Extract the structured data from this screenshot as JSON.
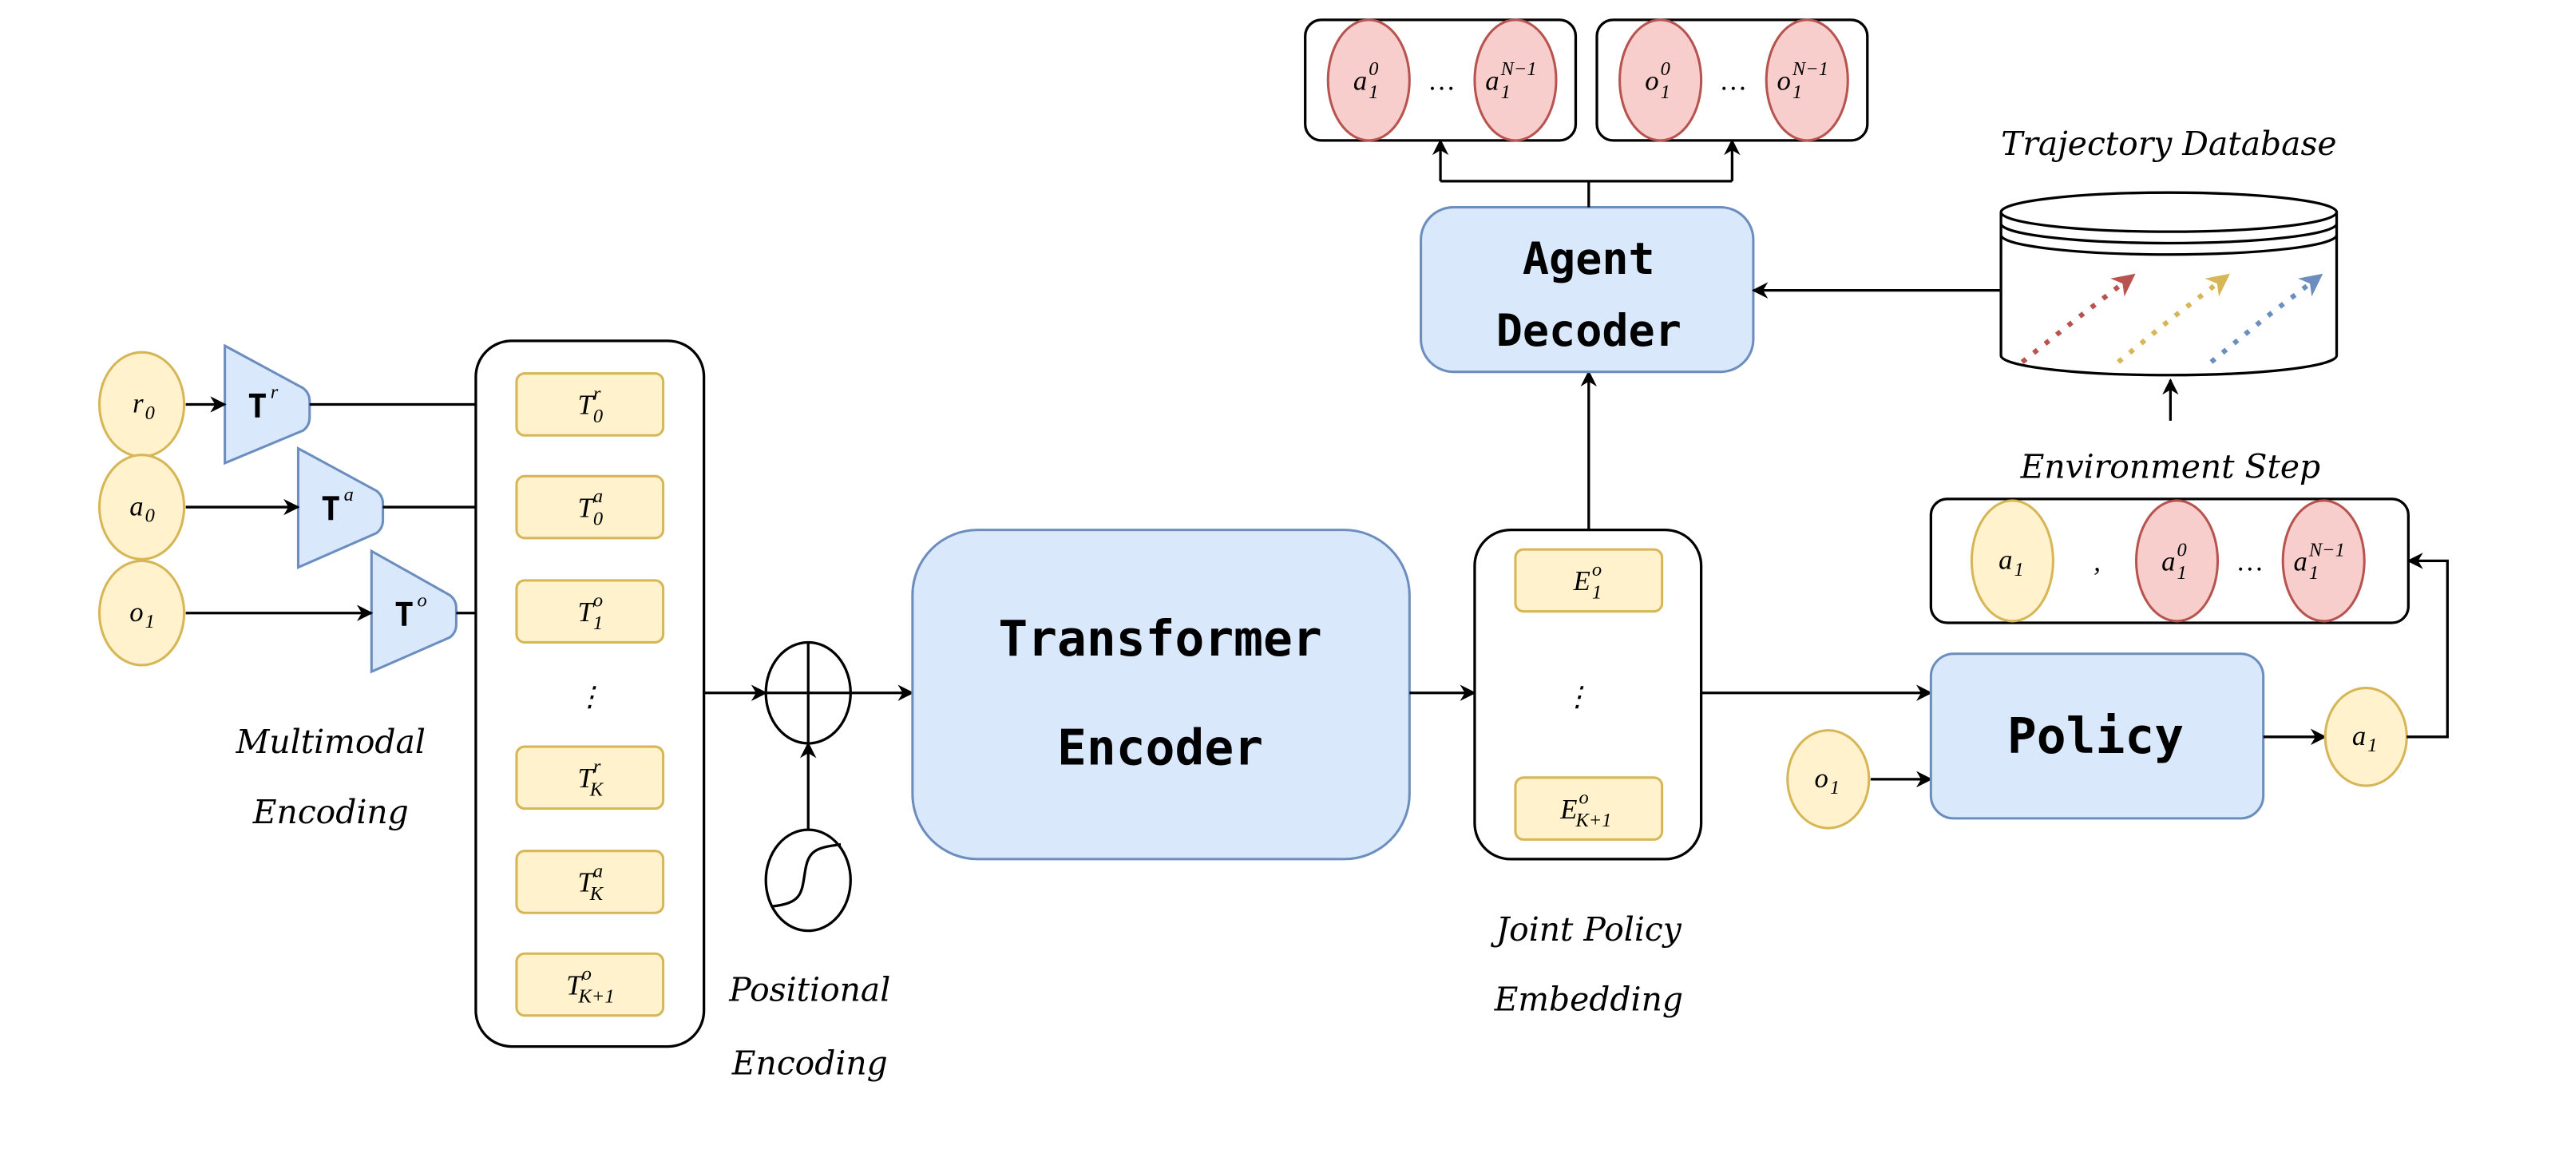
{
  "labels": {
    "multimodal_1": "Multimodal",
    "multimodal_2": "Encoding",
    "positional_1": "Positional",
    "positional_2": "Encoding",
    "joint_1": "Joint Policy",
    "joint_2": "Embedding",
    "trajectory_db": "Trajectory Database",
    "env_step": "Environment Step"
  },
  "blocks": {
    "transformer_1": "Transformer",
    "transformer_2": "Encoder",
    "decoder_1": "Agent",
    "decoder_2": "Decoder",
    "policy": "Policy"
  },
  "inputs": {
    "r0": {
      "base": "r",
      "sub": "0"
    },
    "a0": {
      "base": "a",
      "sub": "0"
    },
    "o1": {
      "base": "o",
      "sub": "1"
    }
  },
  "tokenizers": {
    "tr": {
      "base": "T",
      "sup": "r"
    },
    "ta": {
      "base": "T",
      "sup": "a"
    },
    "to": {
      "base": "T",
      "sup": "o"
    }
  },
  "tokens": [
    {
      "base": "T",
      "sup": "r",
      "sub": "0"
    },
    {
      "base": "T",
      "sup": "a",
      "sub": "0"
    },
    {
      "base": "T",
      "sup": "o",
      "sub": "1"
    },
    {
      "base": "T",
      "sup": "r",
      "sub": "K"
    },
    {
      "base": "T",
      "sup": "a",
      "sub": "K"
    },
    {
      "base": "T",
      "sup": "o",
      "sub": "K+1"
    }
  ],
  "embeddings": [
    {
      "base": "E",
      "sup": "o",
      "sub": "1"
    },
    {
      "base": "E",
      "sup": "o",
      "sub": "K+1"
    }
  ],
  "outputs": {
    "a_first": {
      "base": "a",
      "sup": "0",
      "sub": "1"
    },
    "a_last": {
      "base": "a",
      "sup": "N−1",
      "sub": "1"
    },
    "o_first": {
      "base": "o",
      "sup": "0",
      "sub": "1"
    },
    "o_last": {
      "base": "o",
      "sup": "N−1",
      "sub": "1"
    }
  },
  "env": {
    "a1": {
      "base": "a",
      "sub": "1"
    },
    "comma": ",",
    "a_first": {
      "base": "a",
      "sup": "0",
      "sub": "1"
    },
    "a_last": {
      "base": "a",
      "sup": "N−1",
      "sub": "1"
    }
  },
  "policy_io": {
    "o1": {
      "base": "o",
      "sub": "1"
    },
    "a1": {
      "base": "a",
      "sub": "1"
    }
  },
  "ellipsis_h": "…",
  "ellipsis_v": "⋮",
  "colors": {
    "yellow_fill": "#fff2cc",
    "yellow_stroke": "#d6b656",
    "blue_fill": "#dae8fc",
    "blue_stroke": "#6c8ebf",
    "red_fill": "#f8cecc",
    "red_stroke": "#b85450",
    "traj_red": "#b85450",
    "traj_yellow": "#d6b656",
    "traj_blue": "#6c8ebf"
  }
}
